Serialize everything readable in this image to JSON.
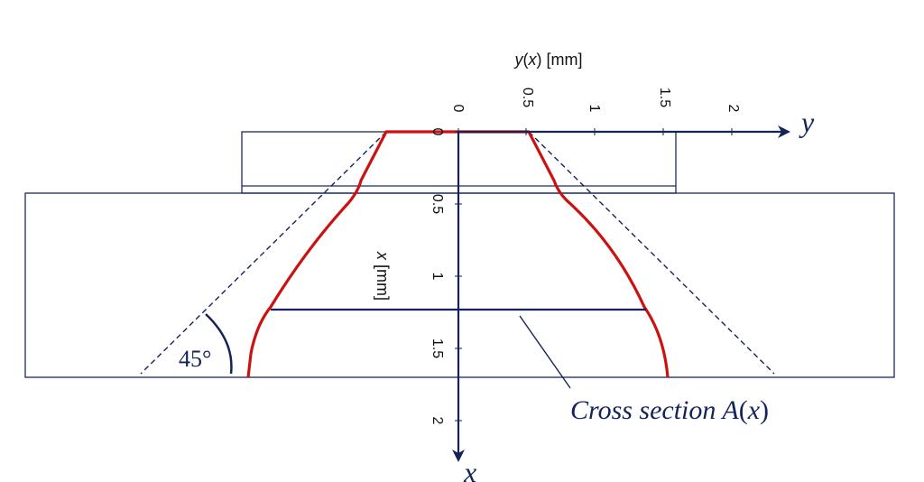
{
  "colors": {
    "axis": "#14235a",
    "profile": "#cc1111",
    "outline": "#1a2a5e"
  },
  "y_axis": {
    "label_italic": "y",
    "label_paren_open": "(",
    "label_var": "x",
    "label_rest": ") [mm]",
    "symbol": "y",
    "ticks": [
      "0",
      "0.5",
      "1",
      "1.5",
      "2"
    ]
  },
  "x_axis": {
    "label_italic": "x",
    "label_rest": " [mm]",
    "symbol": "x",
    "ticks": [
      "0",
      "0.5",
      "1",
      "1.5",
      "2"
    ]
  },
  "angle": {
    "label": "45°"
  },
  "cross_section": {
    "label_main": "Cross section ",
    "label_A": "A",
    "label_paren_open": "(",
    "label_x": "x",
    "label_paren_close": ")"
  }
}
